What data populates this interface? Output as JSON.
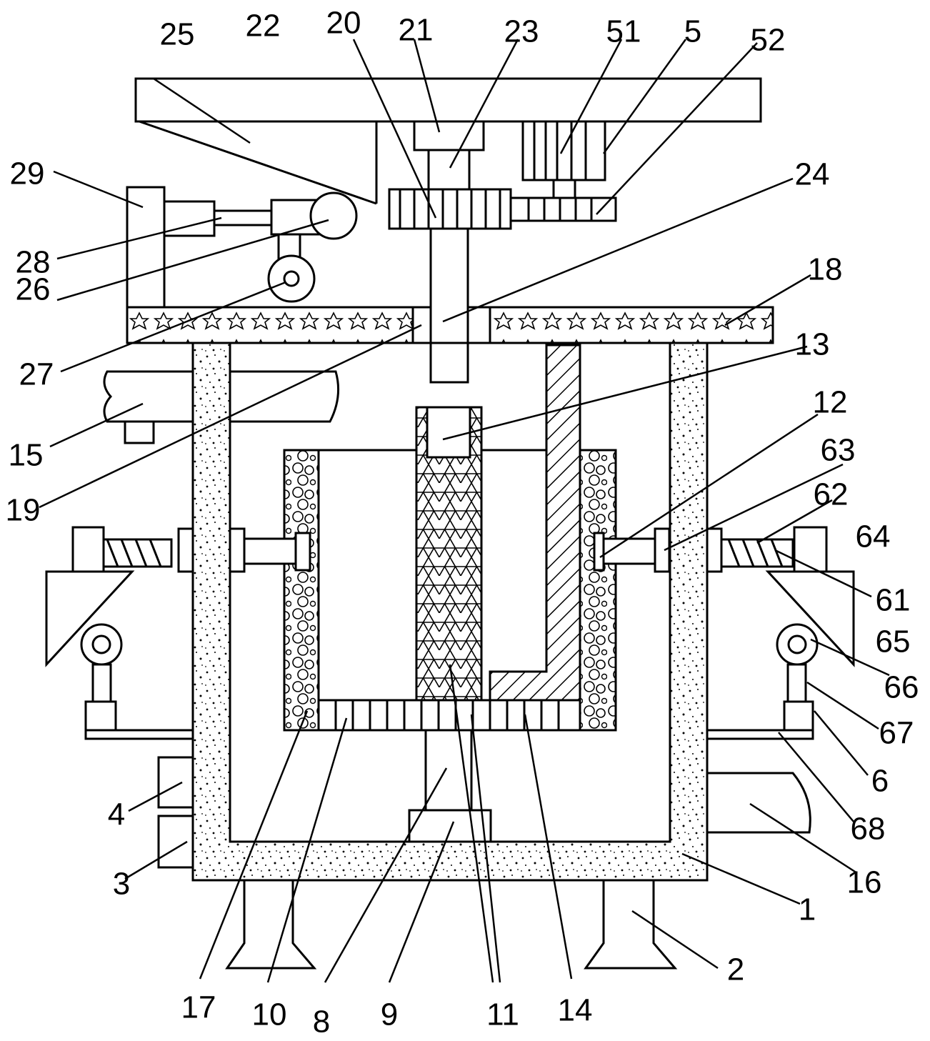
{
  "labels": [
    {
      "id": "l25",
      "text": "25"
    },
    {
      "id": "l22",
      "text": "22"
    },
    {
      "id": "l20",
      "text": "20"
    },
    {
      "id": "l21",
      "text": "21"
    },
    {
      "id": "l23",
      "text": "23"
    },
    {
      "id": "l51",
      "text": "51"
    },
    {
      "id": "l5",
      "text": "5"
    },
    {
      "id": "l52",
      "text": "52"
    },
    {
      "id": "l29",
      "text": "29"
    },
    {
      "id": "l24",
      "text": "24"
    },
    {
      "id": "l28",
      "text": "28"
    },
    {
      "id": "l18",
      "text": "18"
    },
    {
      "id": "l26",
      "text": "26"
    },
    {
      "id": "l13",
      "text": "13"
    },
    {
      "id": "l27",
      "text": "27"
    },
    {
      "id": "l12",
      "text": "12"
    },
    {
      "id": "l63",
      "text": "63"
    },
    {
      "id": "l15",
      "text": "15"
    },
    {
      "id": "l62",
      "text": "62"
    },
    {
      "id": "l19",
      "text": "19"
    },
    {
      "id": "l64",
      "text": "64"
    },
    {
      "id": "l61",
      "text": "61"
    },
    {
      "id": "l65",
      "text": "65"
    },
    {
      "id": "l66",
      "text": "66"
    },
    {
      "id": "l67",
      "text": "67"
    },
    {
      "id": "l6",
      "text": "6"
    },
    {
      "id": "l4",
      "text": "4"
    },
    {
      "id": "l68",
      "text": "68"
    },
    {
      "id": "l3",
      "text": "3"
    },
    {
      "id": "l16",
      "text": "16"
    },
    {
      "id": "l1",
      "text": "1"
    },
    {
      "id": "l2",
      "text": "2"
    },
    {
      "id": "l17",
      "text": "17"
    },
    {
      "id": "l10",
      "text": "10"
    },
    {
      "id": "l8",
      "text": "8"
    },
    {
      "id": "l9",
      "text": "9"
    },
    {
      "id": "l11",
      "text": "11"
    },
    {
      "id": "l14",
      "text": "14"
    }
  ]
}
